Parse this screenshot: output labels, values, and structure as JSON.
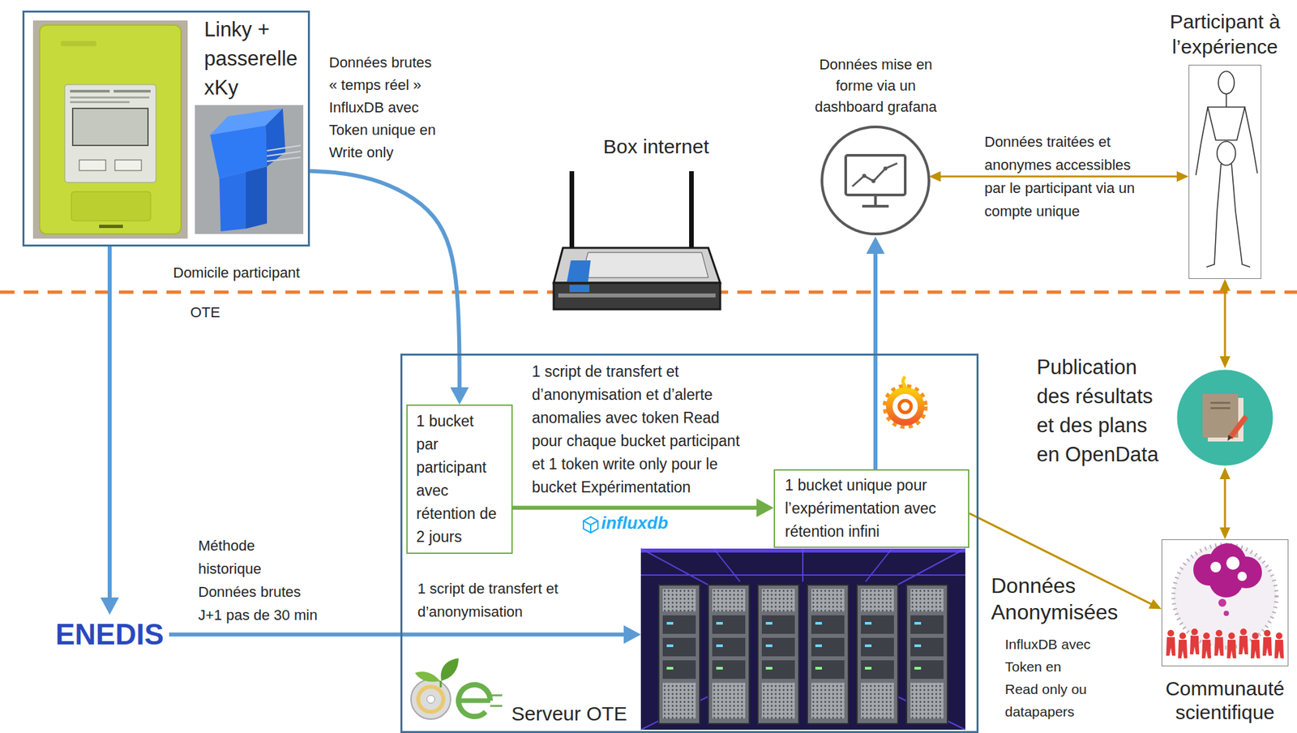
{
  "diagram": {
    "nodes": [
      {
        "text": [
          "Linky + passerelle xKy"
        ]
      },
      {
        "text": [
          "Box internet"
        ]
      },
      {
        "text": [
          "Données mise en forme via un dashboard grafana"
        ]
      },
      {
        "text": [
          "Participant à l’expérience"
        ]
      },
      {
        "text": [
          "Serveur OTE"
        ]
      },
      {
        "text": [
          "1 bucket par participant avec rétention de 2 jours"
        ],
        "in": 4
      },
      {
        "text": [
          "1 bucket unique pour l’expérimentation avec rétention infini"
        ],
        "in": 4
      },
      {
        "text": [
          "Publication des résultats et des plans en OpenData"
        ]
      },
      {
        "text": [
          "ENEDIS"
        ]
      },
      {
        "text": [
          "Communauté scientifique"
        ]
      }
    ],
    "edges": [
      {
        "from": 0,
        "to": 5,
        "arrow": "to",
        "label": "Données brutes « temps réel » InfluxDB avec Token unique en Write only"
      },
      {
        "from": 0,
        "to": 8,
        "arrow": "to"
      },
      {
        "from": 8,
        "to": 4,
        "arrow": "to",
        "label": "Méthode historique Données brutes J+1 pas de 30 min"
      },
      {
        "from": 5,
        "to": 6,
        "arrow": "to",
        "label": "1 script de transfert et d’anonymisation et d’alerte anomalies avec token Read pour chaque bucket participant et 1 token write only pour le bucket Expérimentation"
      },
      {
        "from": 6,
        "to": 2,
        "arrow": "to"
      },
      {
        "from": 2,
        "to": 3,
        "arrow": "both",
        "label": "Données traitées et anonymes accessibles par le participant via un compte unique"
      },
      {
        "from": 3,
        "to": 7,
        "arrow": "both"
      },
      {
        "from": 7,
        "to": 9,
        "arrow": "both"
      },
      {
        "from": 6,
        "to": 9,
        "arrow": "to",
        "label": "Données Anonymisées"
      }
    ],
    "labels": [
      "Domicile participant",
      "OTE",
      "1 script de transfert et d’anonymisation",
      "influxdb",
      "InfluxDB avec Token en Read only ou datapapers"
    ]
  }
}
